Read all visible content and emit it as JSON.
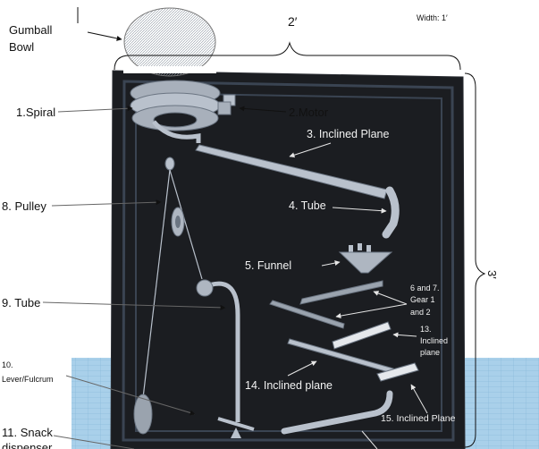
{
  "diagram": {
    "dimensions": {
      "top": "2′",
      "right": "3′",
      "width_note": "Width: 1′"
    },
    "labels": {
      "gumball_bowl_1": "Gumball",
      "gumball_bowl_2": "Bowl",
      "spiral": "1.Spiral",
      "motor": "2.Motor",
      "inclined_plane_3": "3. Inclined Plane",
      "tube_4": "4. Tube",
      "funnel_5": "5. Funnel",
      "gears_1": "6 and 7.",
      "gears_2": "Gear 1",
      "gears_3": "and 2",
      "pulley_8": "8. Pulley",
      "tube_9": "9. Tube",
      "lever_10_1": "10.",
      "lever_10_2": "Lever/Fulcrum",
      "snack_11_1": "11. Snack",
      "snack_11_2": "dispenser",
      "inclined_13_1": "13.",
      "inclined_13_2": "Inclined",
      "inclined_13_3": "plane",
      "inclined_14": "14. Inclined plane",
      "inclined_15": "15. Inclined Plane"
    },
    "colors": {
      "board": "#1b1d21",
      "frame": "#3a4452",
      "part": "#b9c1cc",
      "part_dark": "#7d8794",
      "floor": "#9fc7e3",
      "grid": "#7fb0d2"
    }
  }
}
